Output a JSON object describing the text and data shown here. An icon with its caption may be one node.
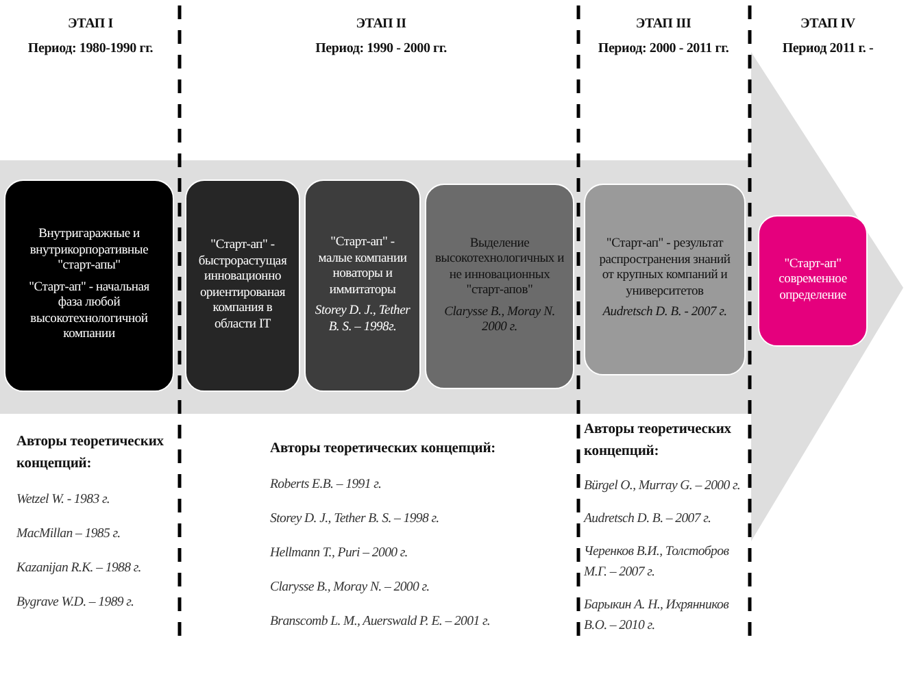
{
  "diagram": {
    "nodes": [
      {
        "text": [],
        "shape": "arrow"
      },
      {
        "text": [
          "Внутригаражные и внутрикорпоративные \"старт-апы\"",
          "\"Старт-ап\" - начальная фаза любой высокотехнологичной компании"
        ],
        "in": 0
      },
      {
        "text": [
          "\"Старт-ап\" - быстрорастущая инновационно ориентированая компания в области IT"
        ],
        "in": 0
      },
      {
        "text": [
          "\"Старт-ап\" - малые компании новаторы и иммитаторы",
          "Storey D. J., Tether B. S. – 1998г."
        ],
        "in": 0
      },
      {
        "text": [
          "Выделение высокотехнологичных и не инновационных \"старт-апов\"",
          "Clarysse B., Moray N. 2000 г."
        ],
        "in": 0
      },
      {
        "text": [
          "\"Старт-ап\" - результат распространения знаний от крупных компаний и университетов",
          "Audretsch D. B. - 2007 г."
        ],
        "in": 0
      },
      {
        "text": [
          "\"Старт-ап\" современное определение"
        ],
        "in": 0
      }
    ],
    "labels": [
      "ЭТАП I",
      "Период: 1980-1990 гг.",
      "ЭТАП II",
      "Период: 1990 - 2000 гг.",
      "ЭТАП III",
      "Период: 2000 - 2011 гг.",
      "ЭТАП IV",
      "Период 2011 г. -",
      "Авторы теоретических концепций:",
      "Wetzel W. - 1983 г.",
      "MacMillan – 1985 г.",
      "Kazanijan R.K. – 1988 г.",
      "Bygrave W.D. – 1989 г.",
      "Авторы теоретических концепций:",
      "Roberts E.B. – 1991 г.",
      "Storey D. J., Tether B. S. – 1998 г.",
      "Hellmann T., Puri – 2000 г.",
      "Clarysse B., Moray N. – 2000 г.",
      "Branscomb L. M., Auerswald P. E. – 2001 г.",
      "Авторы теоретических концепций:",
      "Bürgel O., Murray G. – 2000 г.",
      "Audretsch D. B. – 2007 г.",
      "Черенков В.И., Толстобров М.Г. – 2007 г.",
      "Барыкин А. Н., Ихрянников В.О. – 2010 г."
    ]
  }
}
